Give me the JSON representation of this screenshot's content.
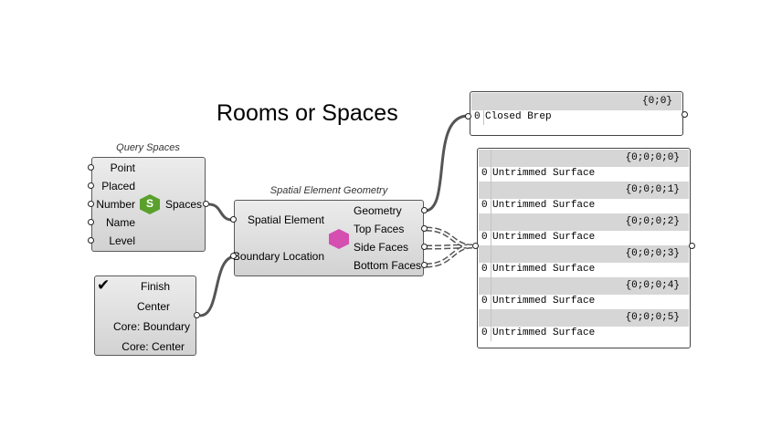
{
  "canvas_title": "Rooms or Spaces",
  "query_spaces": {
    "caption": "Query Spaces",
    "inputs": [
      "Point",
      "Placed",
      "Number",
      "Name",
      "Level"
    ],
    "output": "Spaces",
    "icon_letter": "S",
    "icon_color": "#5aa02c"
  },
  "spatial_geometry": {
    "caption": "Spatial Element Geometry",
    "inputs": [
      "Spatial Element",
      "Boundary Location"
    ],
    "outputs": [
      "Geometry",
      "Top Faces",
      "Side Faces",
      "Bottom Faces"
    ],
    "icon_color": "#d44fb0"
  },
  "value_list": {
    "checkmark": "✔",
    "items": [
      "Finish",
      "Center",
      "Core: Boundary",
      "Core: Center"
    ]
  },
  "panel_top": {
    "path": "{0;0}",
    "index": "0",
    "value": "Closed Brep"
  },
  "panel_faces": {
    "branches": [
      {
        "path": "{0;0;0;0}",
        "index": "0",
        "value": "Untrimmed Surface"
      },
      {
        "path": "{0;0;0;1}",
        "index": "0",
        "value": "Untrimmed Surface"
      },
      {
        "path": "{0;0;0;2}",
        "index": "0",
        "value": "Untrimmed Surface"
      },
      {
        "path": "{0;0;0;3}",
        "index": "0",
        "value": "Untrimmed Surface"
      },
      {
        "path": "{0;0;0;4}",
        "index": "0",
        "value": "Untrimmed Surface"
      },
      {
        "path": "{0;0;0;5}",
        "index": "0",
        "value": "Untrimmed Surface"
      }
    ]
  }
}
